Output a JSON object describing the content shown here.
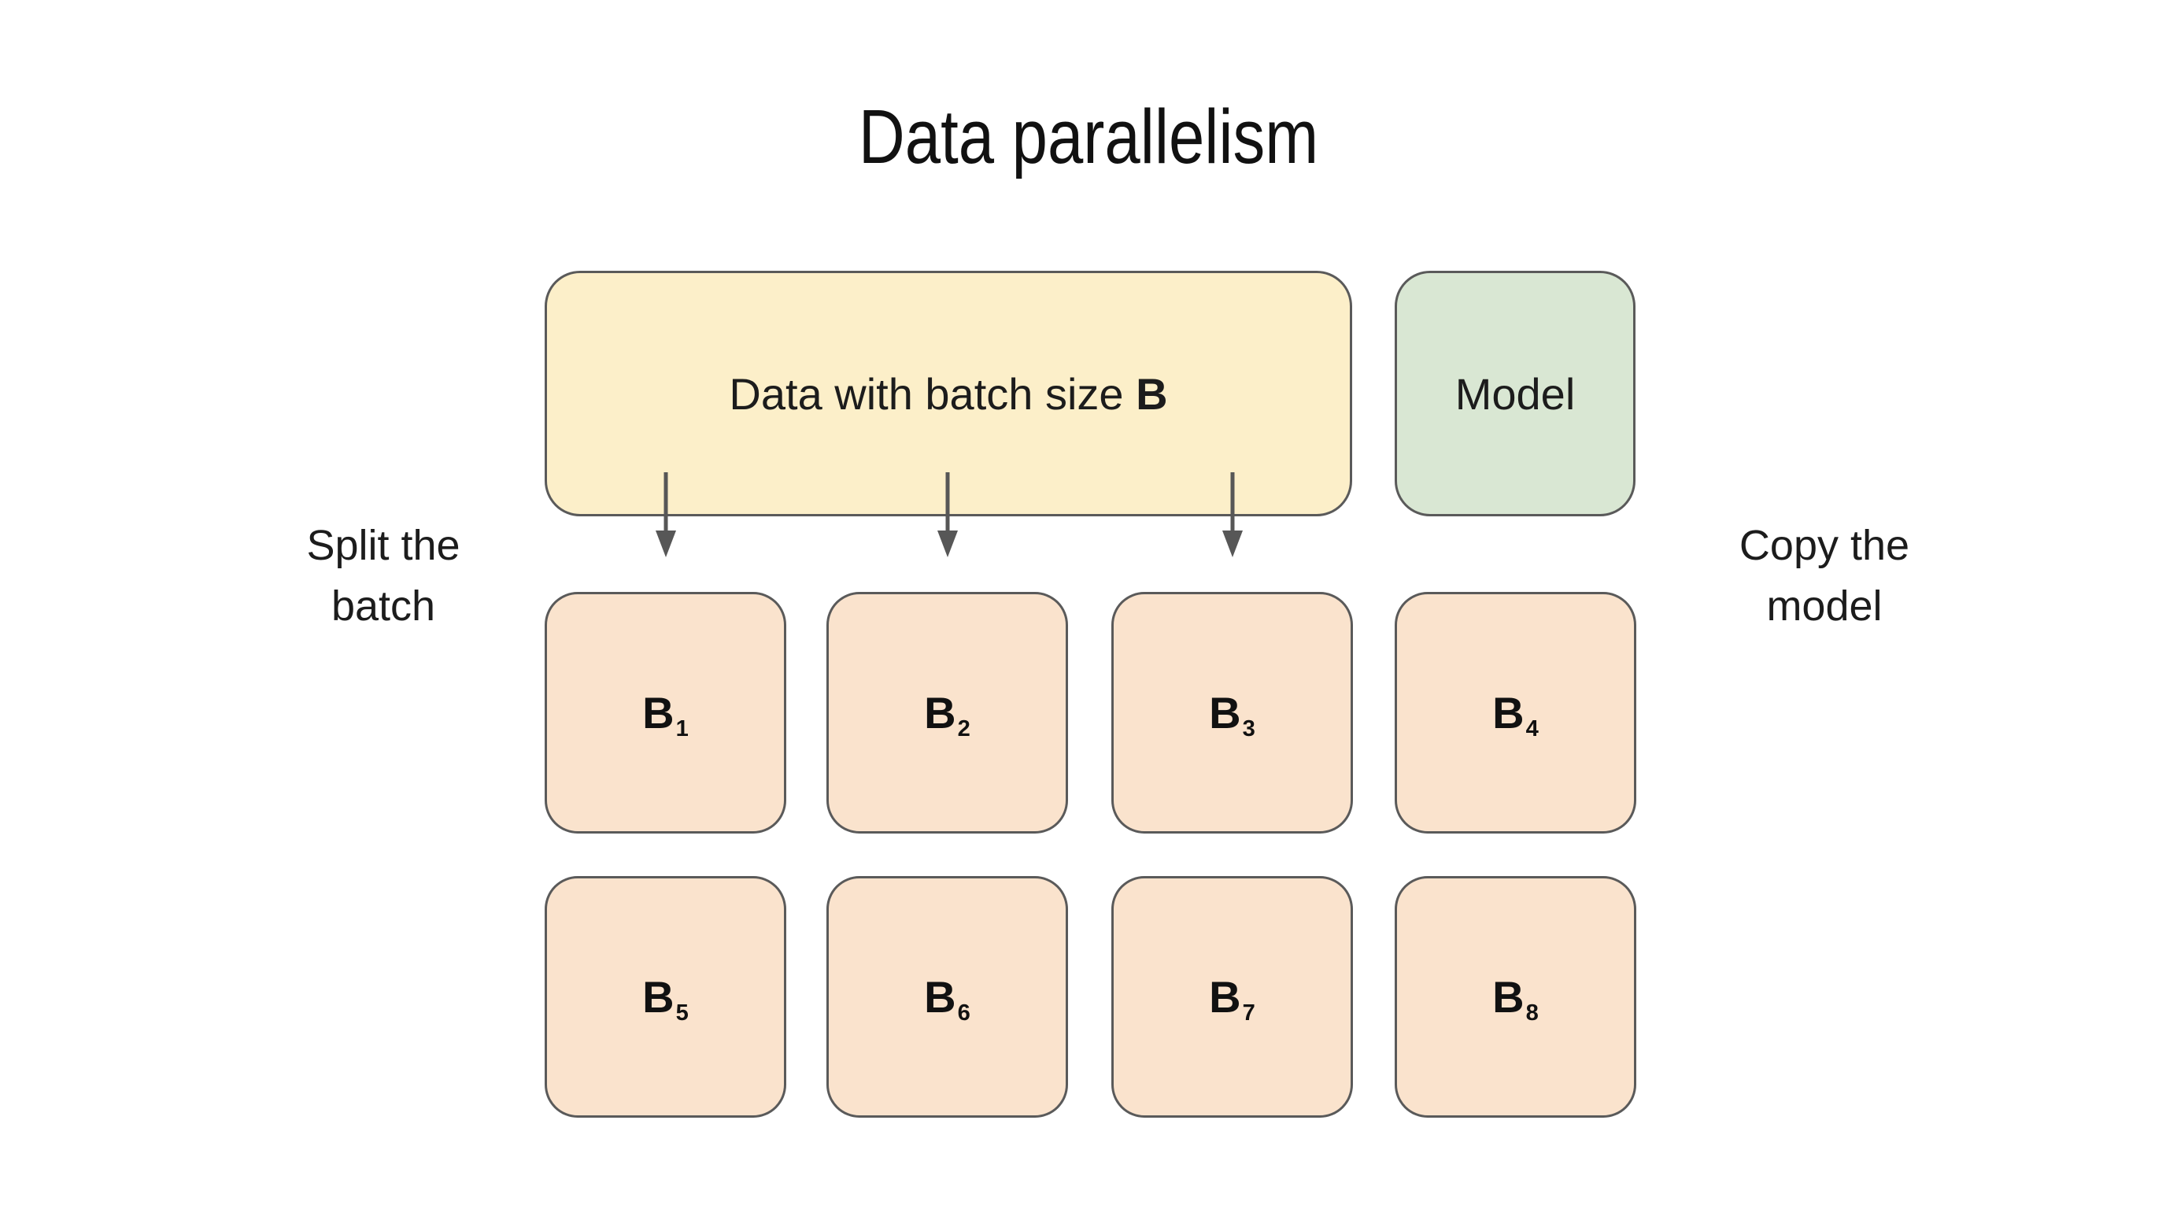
{
  "title": "Data parallelism",
  "data_box": {
    "text": "Data with batch size ",
    "bold_suffix": "B"
  },
  "model_box": {
    "label": "Model"
  },
  "annotations": {
    "left": {
      "line1": "Split the",
      "line2": "batch"
    },
    "right": {
      "line1": "Copy the",
      "line2": "model"
    }
  },
  "batches": [
    {
      "base": "B",
      "sub": "1"
    },
    {
      "base": "B",
      "sub": "2"
    },
    {
      "base": "B",
      "sub": "3"
    },
    {
      "base": "B",
      "sub": "4"
    },
    {
      "base": "B",
      "sub": "5"
    },
    {
      "base": "B",
      "sub": "6"
    },
    {
      "base": "B",
      "sub": "7"
    },
    {
      "base": "B",
      "sub": "8"
    }
  ],
  "colors": {
    "data_box_fill": "#FCEFC9",
    "model_box_fill": "#D9E7D3",
    "batch_box_fill": "#FAE3CD",
    "border": "#5A5A5A",
    "arrow_color": "#575757",
    "text": "#1C1C1C"
  }
}
